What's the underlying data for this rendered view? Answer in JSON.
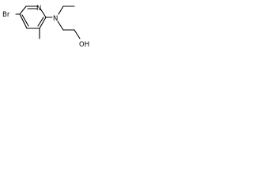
{
  "molecule": {
    "atoms": [
      {
        "id": "br",
        "symbol": "Br"
      },
      {
        "id": "n_ring",
        "symbol": "N"
      },
      {
        "id": "n_amine",
        "symbol": "N"
      },
      {
        "id": "oh",
        "symbol": "OH"
      }
    ],
    "bond_color": "#000000",
    "background": "#ffffff"
  }
}
